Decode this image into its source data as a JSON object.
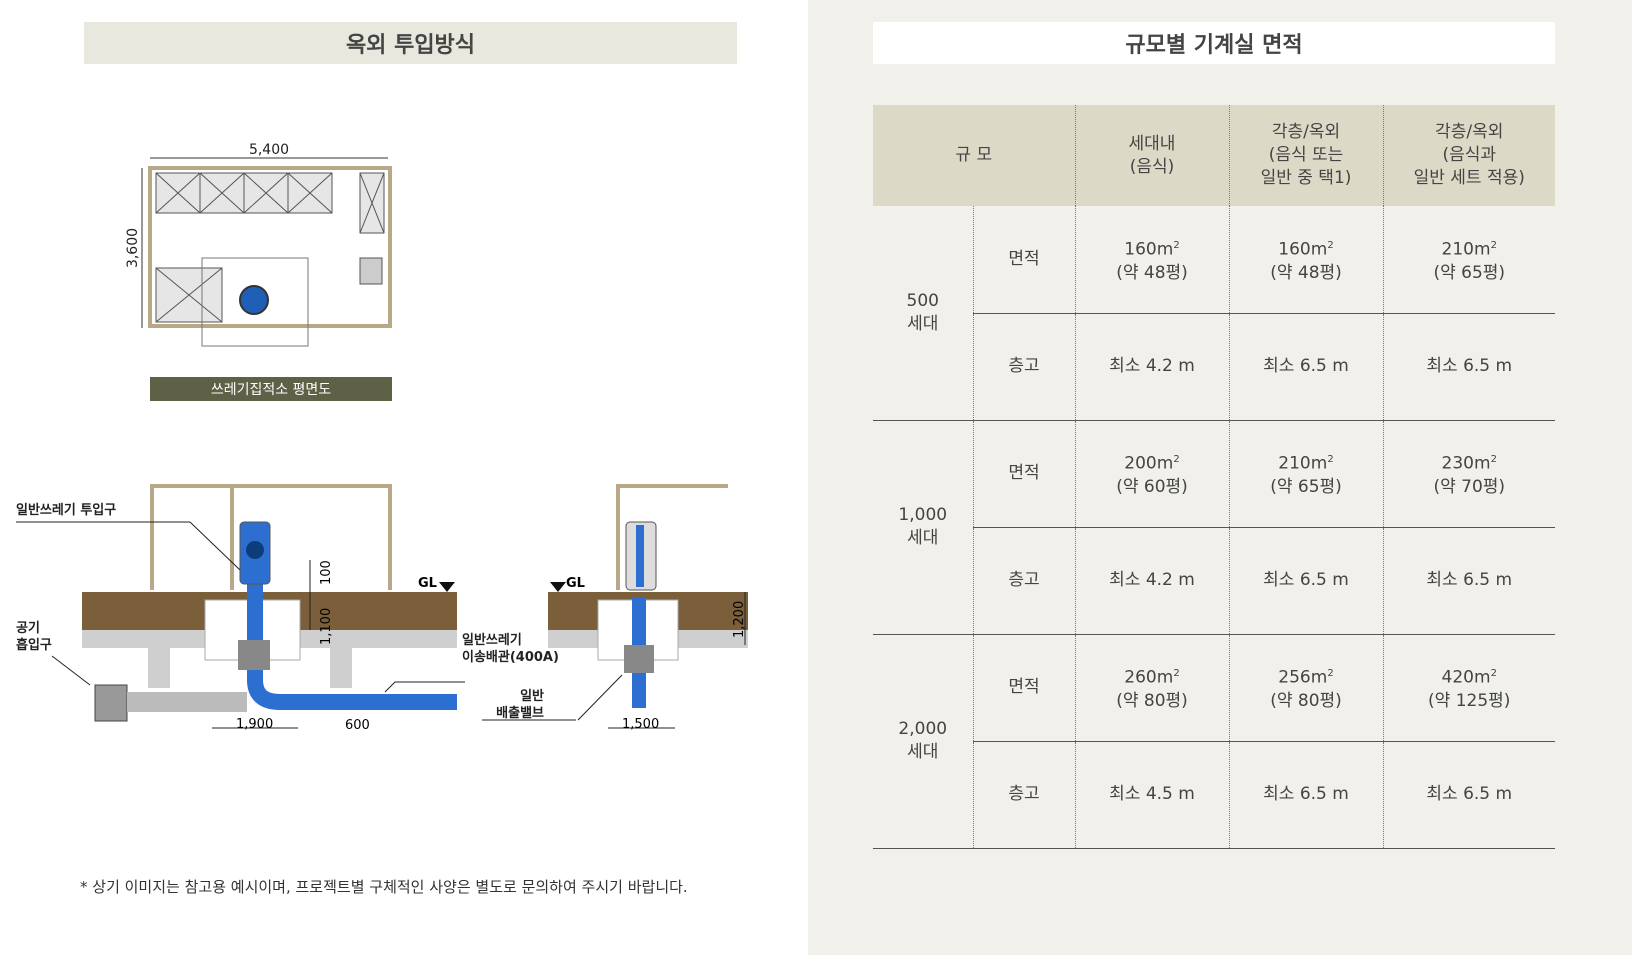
{
  "left": {
    "title": "옥외 투입방식",
    "plan": {
      "width_dim": "5,400",
      "height_dim": "3,600",
      "caption": "쓰레기집적소 평면도"
    },
    "section": {
      "label_inlet": "일반쓰레기 투입구",
      "label_air": [
        "공기",
        "흡입구"
      ],
      "label_pipe": [
        "일반쓰레기",
        "이송배관(400A)"
      ],
      "label_valve": [
        "일반",
        "배출밸브"
      ],
      "gl": "GL",
      "dim_100": "100",
      "dim_1100": "1,100",
      "dim_1900": "1,900",
      "dim_600": "600",
      "dim_1200": "1,200",
      "dim_1500": "1,500"
    },
    "note": "* 상기 이미지는 참고용 예시이며, 프로젝트별 구체적인 사양은 별도로 문의하여 주시기 바랍니다."
  },
  "right": {
    "title": "규모별 기계실 면적",
    "headers": [
      "규 모",
      "세대내\n(음식)",
      "각층/옥외\n(음식 또는\n일반 중 택1)",
      "각층/옥외\n(음식과\n일반 세트 적용)"
    ],
    "row_labels": {
      "area": "면적",
      "height": "층고"
    },
    "unit": "m",
    "groups": [
      {
        "scale": "500\n세대",
        "area": [
          {
            "v": "160",
            "p": "(약 48평)"
          },
          {
            "v": "160",
            "p": "(약 48평)"
          },
          {
            "v": "210",
            "p": "(약 65평)"
          }
        ],
        "height": [
          "최소 4.2 m",
          "최소 6.5 m",
          "최소 6.5 m"
        ]
      },
      {
        "scale": "1,000\n세대",
        "area": [
          {
            "v": "200",
            "p": "(약 60평)"
          },
          {
            "v": "210",
            "p": "(약 65평)"
          },
          {
            "v": "230",
            "p": "(약 70평)"
          }
        ],
        "height": [
          "최소 4.2 m",
          "최소 6.5 m",
          "최소 6.5 m"
        ]
      },
      {
        "scale": "2,000\n세대",
        "area": [
          {
            "v": "260",
            "p": "(약 80평)"
          },
          {
            "v": "256",
            "p": "(약 80평)"
          },
          {
            "v": "420",
            "p": "(약 125평)"
          }
        ],
        "height": [
          "최소 4.5 m",
          "최소 6.5 m",
          "최소 6.5 m"
        ]
      }
    ]
  }
}
